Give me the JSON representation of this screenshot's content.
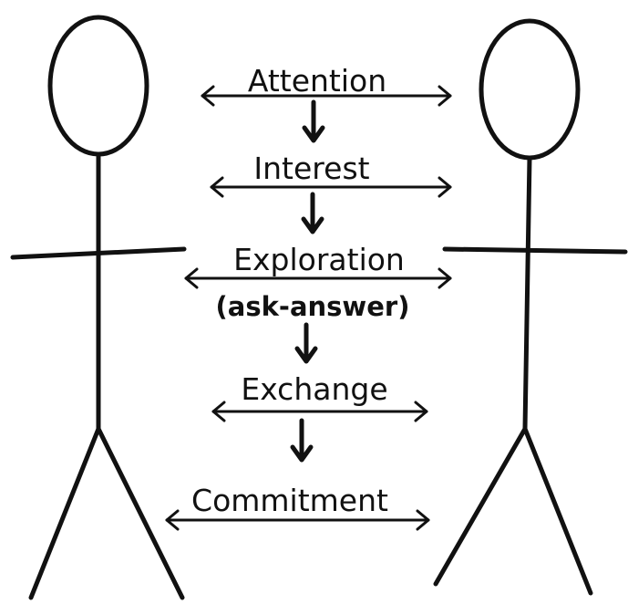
{
  "stages": [
    {
      "label": "Attention"
    },
    {
      "label": "Interest"
    },
    {
      "label": "Exploration",
      "sublabel": "(ask-answer)"
    },
    {
      "label": "Exchange"
    },
    {
      "label": "Commitment"
    }
  ],
  "colors": {
    "ink": "#111111",
    "background": "#ffffff"
  }
}
